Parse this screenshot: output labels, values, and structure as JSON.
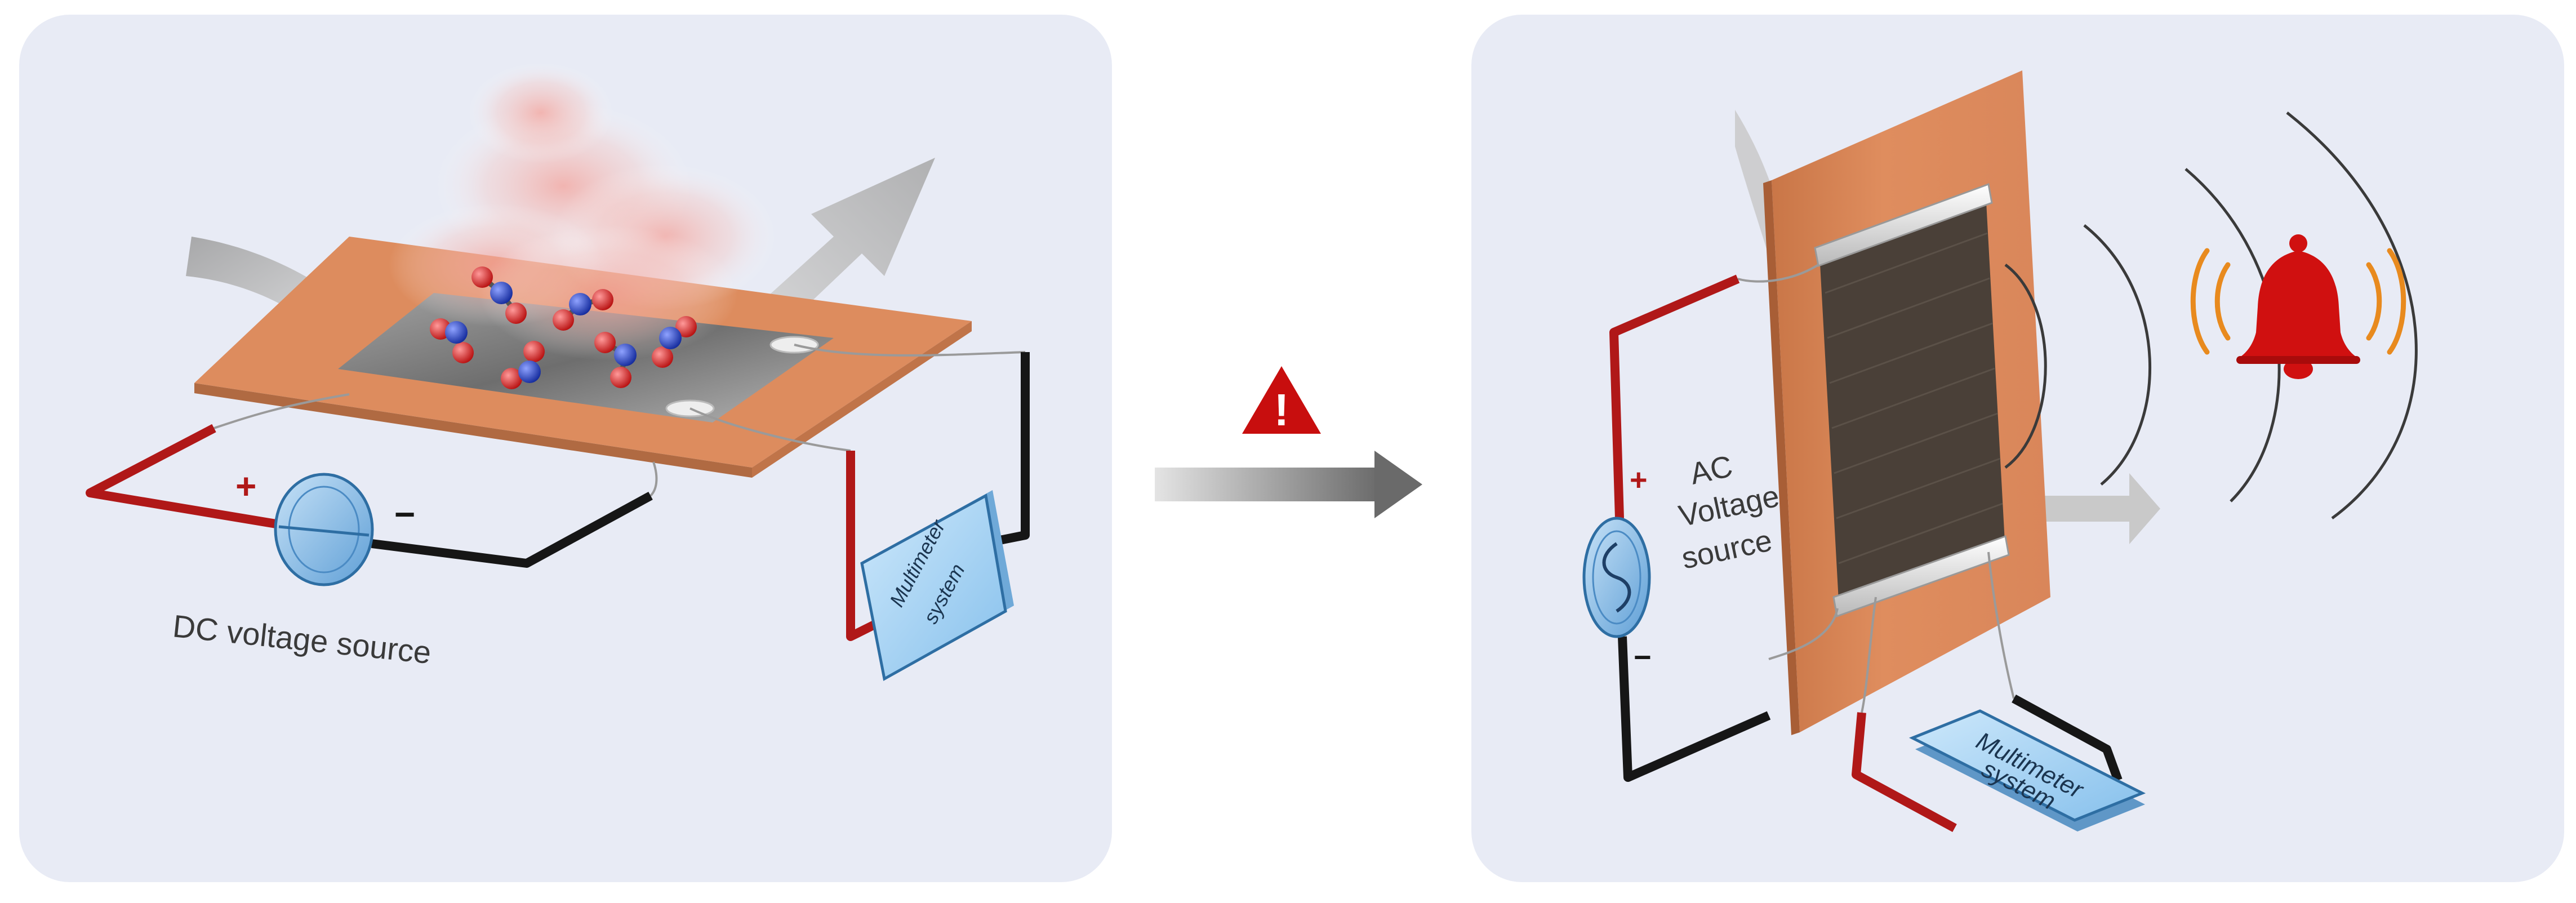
{
  "left_panel": {
    "dc_source_label": "DC voltage source",
    "plus_sign": "+",
    "minus_sign": "−",
    "meter_label_line1": "Multimeter",
    "meter_label_line2": "system"
  },
  "right_panel": {
    "ac_label_line1": "AC",
    "ac_label_line2": "Voltage",
    "ac_label_line3": "source",
    "plus_sign": "+",
    "minus_sign": "−",
    "meter_label_line1": "Multimeter",
    "meter_label_line2": "system"
  },
  "middle": {
    "warning_mark": "!"
  },
  "colors": {
    "panel_bg": "#e8ebf5",
    "substrate": "#dc8a5c",
    "wire_red": "#b01818",
    "wire_black": "#161616",
    "source_blue": "#8fc1ea",
    "meter_blue": "#a9d4f3",
    "alarm_red": "#d01010",
    "alarm_orange": "#e88a1e",
    "nitrogen": "#1f3fbf",
    "oxygen": "#dd1c1c",
    "sensing_film": "#4a4038"
  }
}
